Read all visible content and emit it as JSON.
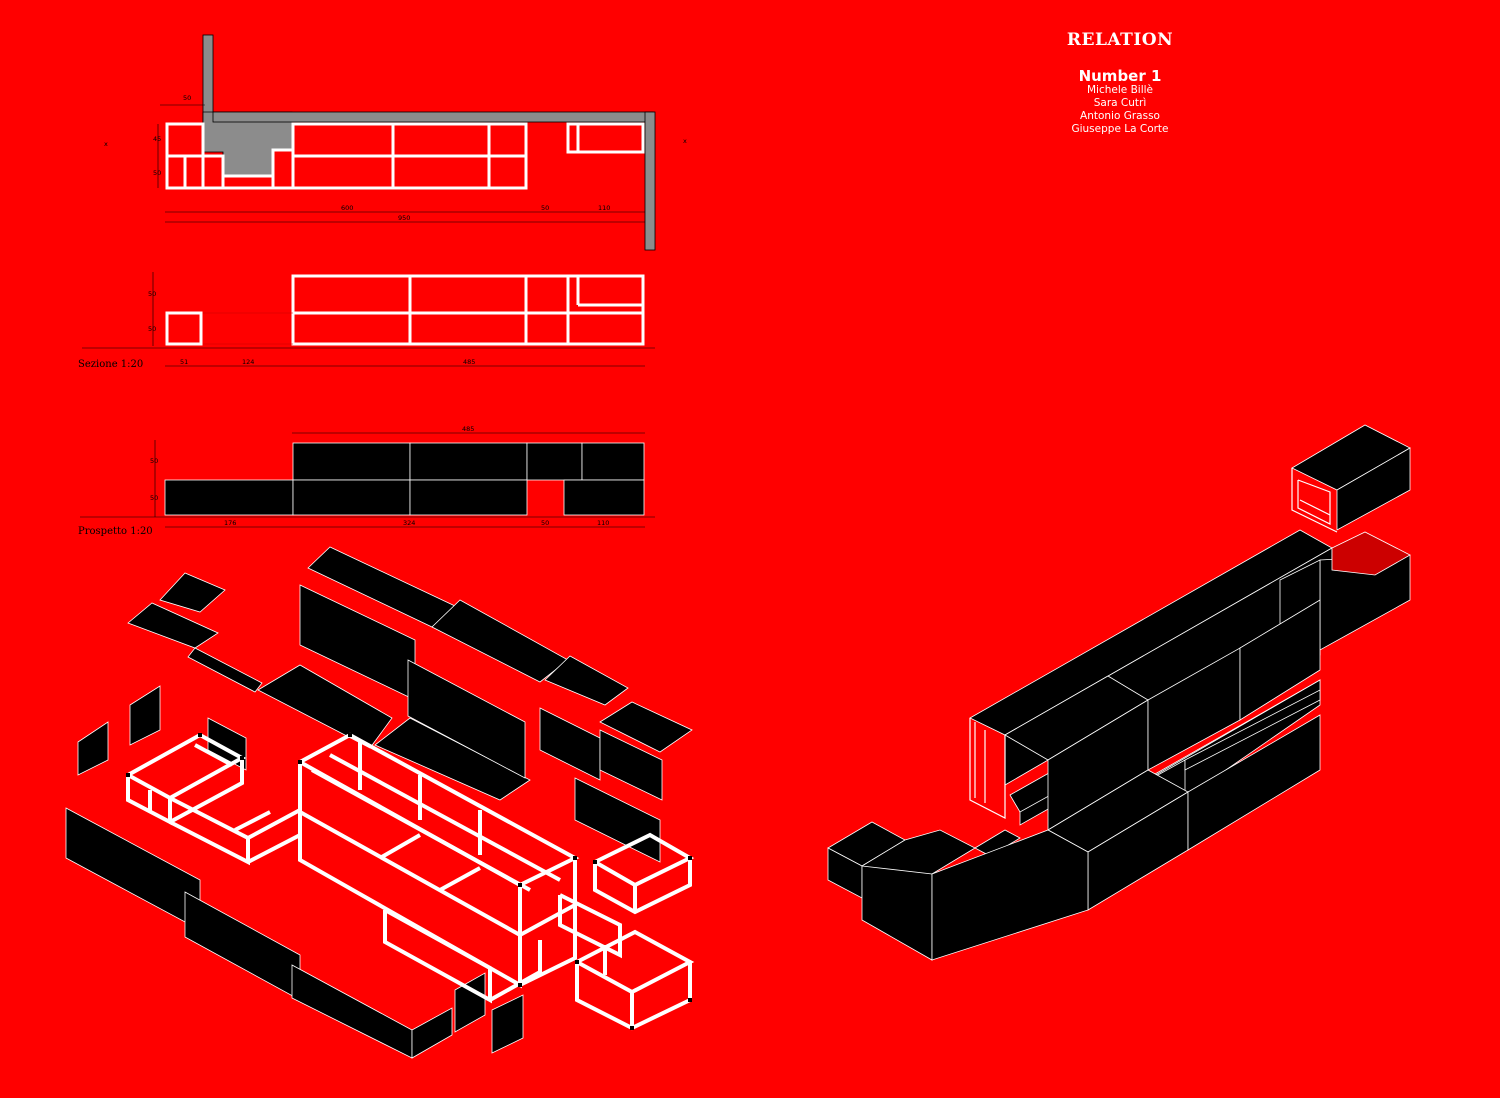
{
  "title_block": {
    "title": "RELATION",
    "subtitle": "Number 1",
    "authors": [
      "Michele Billè",
      "Sara Cutrì",
      "Antonio Grasso",
      "Giuseppe La Corte"
    ]
  },
  "views": {
    "section_label": "Sezione  1:20",
    "elevation_label": "Prospetto  1:20"
  },
  "dimensions": {
    "plan": {
      "top": "50",
      "left_upper": "45",
      "left_lower": "50",
      "run_a": "600",
      "run_b": "50",
      "run_c": "110",
      "overall": "950",
      "cut_marker": "x"
    },
    "section": {
      "upper": "50",
      "lower": "50",
      "run_a": "51",
      "run_b": "124",
      "run_c": "485"
    },
    "elevation": {
      "top": "485",
      "upper": "50",
      "lower": "50",
      "run_a": "176",
      "run_b": "324",
      "run_c": "50",
      "run_d": "110"
    }
  },
  "colors": {
    "background": "#ff0000",
    "panel": "#000000",
    "frame": "#ffffff",
    "wall": "#8c8c8c",
    "accent_panel": "#cc0000"
  }
}
